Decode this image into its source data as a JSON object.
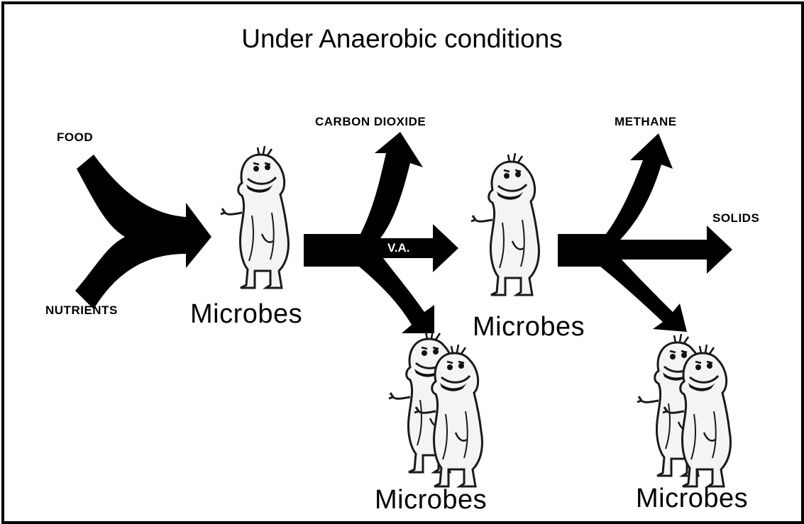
{
  "title": "Under Anaerobic conditions",
  "inputs": {
    "food": "FOOD",
    "nutrients": "NUTRIENTS"
  },
  "microbes": {
    "stage1": "Microbes",
    "stage2": "Microbes",
    "offspring1": "Microbes",
    "offspring2": "Microbes"
  },
  "products": {
    "carbon_dioxide": "CARBON DIOXIDE",
    "volatile_acids": "V.A.",
    "methane": "METHANE",
    "solids": "SOLIDS"
  },
  "colors": {
    "arrow": "#000000",
    "outline": "#1a1a1a",
    "microbe_fill": "#f4f4f4",
    "frame": "#000000"
  }
}
